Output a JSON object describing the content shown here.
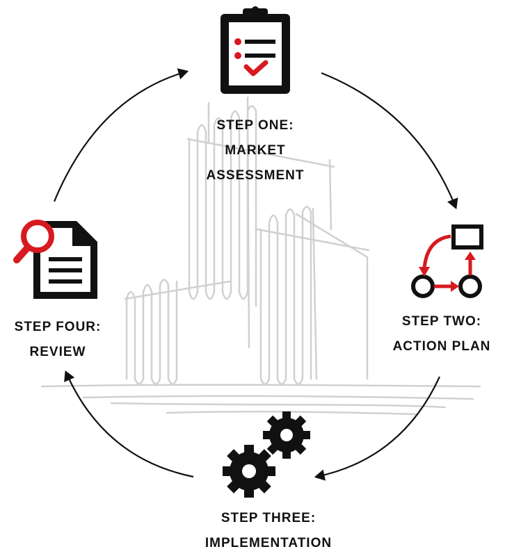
{
  "steps": {
    "one": {
      "line1": "STEP ONE:",
      "line2": "MARKET",
      "line3": "ASSESSMENT",
      "icon": "clipboard-checklist-icon"
    },
    "two": {
      "line1": "STEP TWO:",
      "line2": "ACTION PLAN",
      "icon": "flowchart-icon"
    },
    "three": {
      "line1": "STEP THREE:",
      "line2": "IMPLEMENTATION",
      "icon": "gears-icon"
    },
    "four": {
      "line1": "STEP FOUR:",
      "line2": "REVIEW",
      "icon": "document-search-icon"
    }
  },
  "colors": {
    "accent": "#d71920",
    "ink": "#111111",
    "sketch": "#d0d0d0"
  }
}
